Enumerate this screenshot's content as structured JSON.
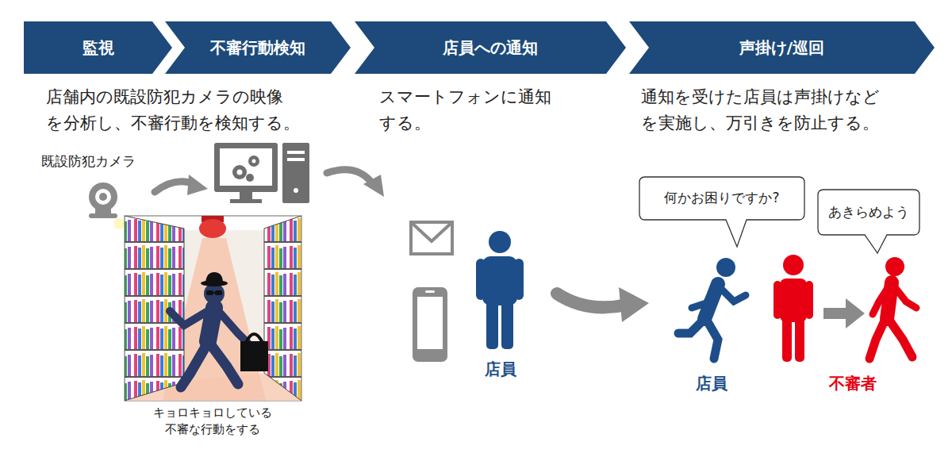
{
  "diagram": {
    "nodes": [
      {
        "text": [
          "監視"
        ]
      },
      {
        "text": [
          "不審行動検知"
        ]
      },
      {
        "text": [
          "店員への通知"
        ]
      },
      {
        "text": [
          "声掛け/巡回"
        ]
      },
      {
        "text": [
          "何かお困りですか?"
        ]
      },
      {
        "text": [
          "あきらめよう"
        ]
      }
    ],
    "labels": [
      "店舗内の既設防犯カメラの映像 を分析し、不審行動を検知する。",
      "スマートフォンに通知 する。",
      "通知を受けた店員は声掛けなど を実施し、万引きを防止する。",
      "既設防犯カメラ",
      "キョロキョロしている 不審な行動をする",
      "店員",
      "店員",
      "不審者"
    ]
  }
}
